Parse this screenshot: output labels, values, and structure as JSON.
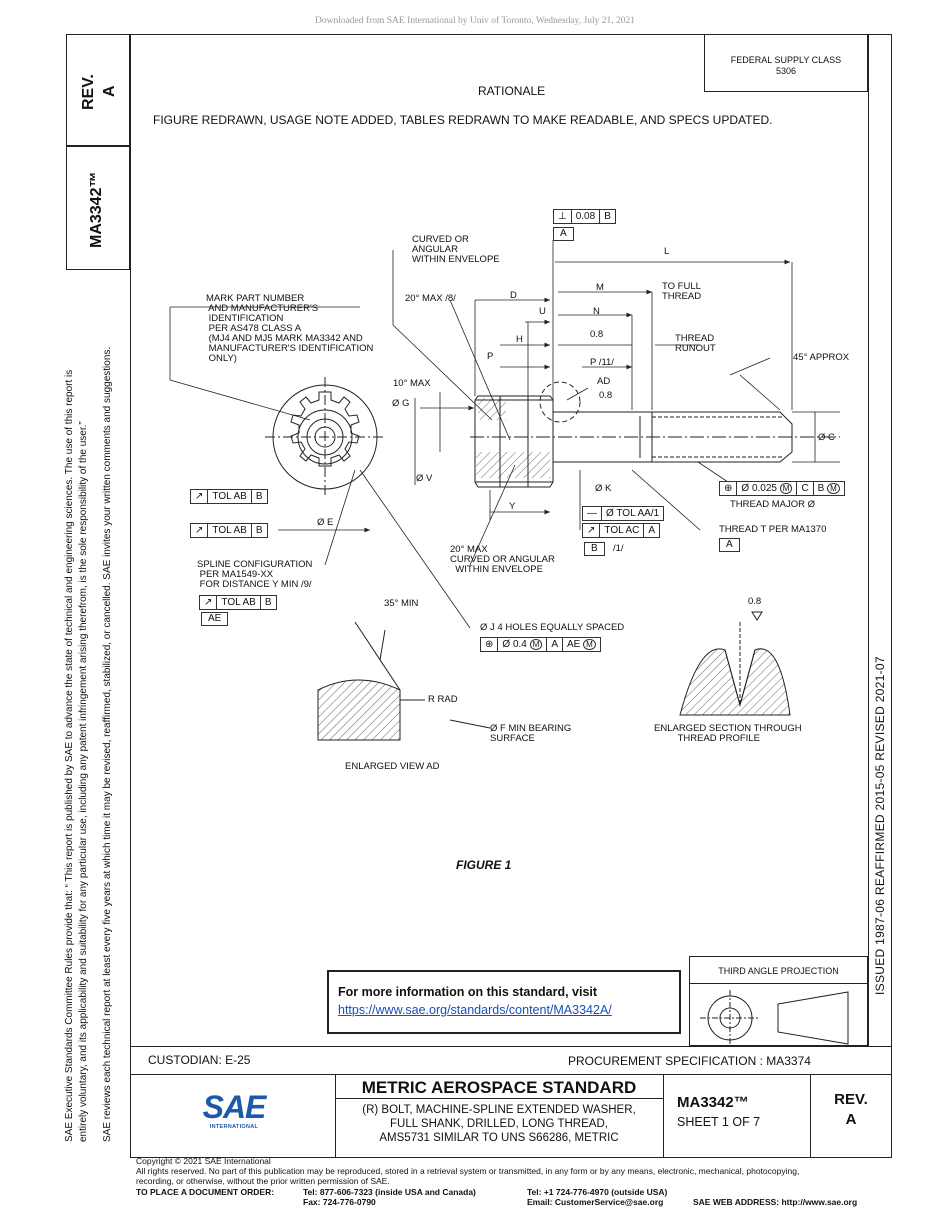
{
  "header_note": "Downloaded from SAE International by Univ of Toronto, Wednesday, July 21, 2021",
  "side": {
    "rev_label": "REV.",
    "rev_value": "A",
    "doc_number": "MA3342™",
    "rules_line1": "SAE Executive Standards Committee Rules provide that: “ This report is published by SAE to advance the state of technical and engineering sciences. The use of this report is",
    "rules_line2": "entirely voluntary, and its applicability and suitability for any particular use, including any patent infringement arising therefrom, is the sole responsibility of the user.”",
    "rules_line3": "SAE reviews each technical report at least every five years at which time it may be revised, reaffirmed, stabilized, or cancelled. SAE invites your written comments and suggestions.",
    "dates": "ISSUED 1987-06    REAFFIRMED 2015-05    REVISED 2021-07"
  },
  "federal_supply": {
    "line1": "FEDERAL SUPPLY CLASS",
    "line2": "5306"
  },
  "rationale": {
    "title": "RATIONALE",
    "text": "FIGURE REDRAWN, USAGE NOTE ADDED, TABLES REDRAWN TO MAKE READABLE, AND SPECS UPDATED."
  },
  "drawing": {
    "mark_note": "MARK PART NUMBER\n AND MANUFACTURER'S\n IDENTIFICATION\n PER AS478 CLASS A\n (MJ4 AND MJ5 MARK MA3342 AND\n MANUFACTURER'S IDENTIFICATION\n ONLY)",
    "curved_top": "CURVED OR\nANGULAR\nWITHIN ENVELOPE",
    "angle_20_top": "20° MAX /8/",
    "dim_d": "D",
    "dim_u": "U",
    "dim_h": "H",
    "dim_p": "P",
    "dim_l": "L",
    "dim_m": "M",
    "dim_n": "N",
    "dim_08a": "0.8",
    "dim_p11": "P /11/",
    "dim_ad": "AD",
    "dim_08b": "0.8",
    "to_full_thread": "TO FULL\nTHREAD",
    "thread_runout": "THREAD\nRUNOUT",
    "approx_45": "45° APPROX",
    "max_10": "10° MAX",
    "dia_g": "Ø G",
    "dia_v": "Ø V",
    "dia_c": "Ø C",
    "dia_k": "Ø K",
    "dim_y": "Y",
    "dia_e": "Ø E",
    "curved_bottom": "20° MAX\nCURVED OR ANGULAR\n  WITHIN ENVELOPE",
    "spline_config": "SPLINE CONFIGURATION\n PER MA1549-XX\n FOR DISTANCE Y MIN /9/",
    "thread_major": "THREAD MAJOR Ø",
    "thread_t": "THREAD T PER MA1370",
    "min_35": "35° MIN",
    "j_holes": "Ø J 4 HOLES EQUALLY SPACED",
    "r_rad": "R RAD",
    "f_min": "Ø F MIN BEARING\nSURFACE",
    "enlarged_view": "ENLARGED VIEW AD",
    "enlarged_section": "ENLARGED SECTION THROUGH\n         THREAD PROFILE",
    "profile_08": "0.8",
    "figure_label": "FIGURE 1",
    "fcf_perp": {
      "value": "0.08",
      "datum": "B"
    },
    "datum_a_top": "A",
    "fcf_tol_ab_1": {
      "value": "TOL AB",
      "datum": "B"
    },
    "fcf_tol_ab_2": {
      "value": "TOL AB",
      "datum": "B"
    },
    "fcf_tol_ab_3": {
      "value": "TOL AB",
      "datum": "B"
    },
    "datum_ae": "AE",
    "fcf_tol_aa": {
      "value": "Ø TOL AA/1"
    },
    "fcf_tol_ac": {
      "value": "TOL AC",
      "datum": "A"
    },
    "datum_b": "B",
    "note_1": "/1/",
    "fcf_thread": {
      "value": "Ø 0.025",
      "mod": "M",
      "d1": "C",
      "d2": "B",
      "d2mod": "M"
    },
    "datum_a_thread": "A",
    "fcf_holes": {
      "value": "Ø 0.4",
      "mod": "M",
      "d1": "A",
      "d2": "AE",
      "d2mod": "M"
    }
  },
  "info_box": {
    "title": "For more information on this standard, visit",
    "url": "https://www.sae.org/standards/content/MA3342A/"
  },
  "projection": {
    "label": "THIRD ANGLE PROJECTION"
  },
  "title_block": {
    "custodian": "CUSTODIAN: E-25",
    "procurement": "PROCUREMENT SPECIFICATION : MA3374",
    "standard_title": "METRIC AEROSPACE STANDARD",
    "desc1": "(R) BOLT, MACHINE-SPLINE EXTENDED WASHER,",
    "desc2": "FULL SHANK, DRILLED, LONG THREAD,",
    "desc3": "AMS5731 SIMILAR TO UNS S66286, METRIC",
    "doc_number": "MA3342™",
    "sheet": "SHEET 1 OF 7",
    "rev_label": "REV.",
    "rev_value": "A",
    "logo_text": "SAE",
    "logo_sub": "INTERNATIONAL"
  },
  "footer": {
    "copyright": "Copyright © 2021 SAE International",
    "rights1": "All rights reserved. No part of this publication may be reproduced, stored in a retrieval system or transmitted, in any form or by any means, electronic, mechanical, photocopying,",
    "rights2": "recording, or otherwise, without the prior written permission of SAE.",
    "order_label": "TO PLACE A DOCUMENT ORDER:",
    "tel_usa": "Tel:  877-606-7323 (inside USA and Canada)",
    "fax": "Fax:  724-776-0790",
    "tel_out": "Tel:  +1 724-776-4970 (outside USA)",
    "email": "Email:  CustomerService@sae.org",
    "web": "SAE WEB ADDRESS:  http://www.sae.org"
  },
  "colors": {
    "logo_blue": "#1c5aa8",
    "link": "#1a4fb5"
  }
}
